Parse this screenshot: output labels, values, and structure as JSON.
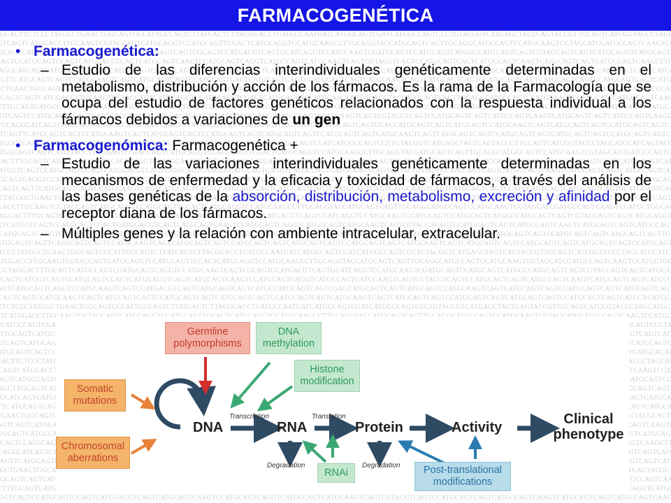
{
  "title": "FARMACOGENÉTICA",
  "colors": {
    "title_bar": "#1515e6",
    "accent_blue": "#1a1ad0"
  },
  "background_dna_lines": [
    "GCACTTCTCCCTATGGCTGAACTGGCAGTGCCATTGCCAGTCTTATCACTCTTACGGACCTGATGCCAATGATCATGGCAGTCGATCATGGCCAGTCCCTGTACGGTCATGAGCTAGTCAGTACCGTTGCAGTCATCGGTACCCTAGCATGCATCAGTAC",
    "TGGCAGTCAGTCATGGACCTTGCAAGTCGTACCAGTCATGCAGGTCCATGCAGTTCGACTCATGCAGGTCCATGCAAGCCTTGCAGGTACCATGCAGTCAGTTGCAGGCATGCCAGTCCATGCAAGTCGTAGCATCGATGCCAGTCAAGTCCATGC",
    "CCTAGGACTTTGCAGTCATGCCAGTCGATGCAGTCAGGTCCATGCAAGTCAGTCGCAGTCCATGACGTCAGTGCATCAGGTCCATGCAAGTCGATGCAGTCCATGCAGTCATGGCCATGCAGTCAGTCGTACCAGTCAGTCATGCAGGTCATGCAGTC",
    "AGCTTGCAGTCATGGTCAGTCCATGCAGTCCAGTCATGGACGTCAGTCATGCAGTCAAGTCCATGCAGTCAGGTCATGCCAGTCATGCAAGTCAGTCGTACGTCAGTCCATGCAGTCAGTCATGCCAGTCAAGTCATGCAGTCAGTCATGCCAGTCA",
    "TTGCAGGCATCAGTCATGCAGTCAGGTCCATGCAAGTCAGTCCATGACGTCAGTCATGCAGTCAGTCATGCCATGCAGTCAGTCGACCATGCAGTCAGTCATGCAGTCCATGCAAGTCAGTCATGCAGTCAGTCCATGCAGTCAGTCATGCAGTCAG",
    "CATGCAGTCAGTTCATGCAGTCAGTCCATGCAAGTCAGTCATGCAGTCAGTCCATGCAGTCAGTCATGCAGTCAGTCCATGCAGTCAGTCATGCAAGTCAGTCATGCAGTCAGTCCATGCAGTCAGTCATGCAGTCAGTCCATGCAGTCAGTCATGCA"
  ],
  "sections": [
    {
      "heading": "Farmacogenética:",
      "heading_suffix": "",
      "items": [
        {
          "parts": [
            "Estudio de las diferencias interindividuales genéticamente determinadas en el metabolismo, distribución y acción de los fármacos. Es la rama de la Farmacología que se ocupa del estudio de factores genéticos relacionados con la respuesta individual a los fármacos debidos a variaciones de ",
            "un gen"
          ]
        }
      ]
    },
    {
      "heading": "Farmacogenómica:",
      "heading_suffix": " Farmacogenética +",
      "items": [
        {
          "parts": [
            "Estudio de las variaciones interindividuales genéticamente determinadas en los mecanismos de enfermedad y la eficacia y toxicidad de fármacos, a través del análisis de las bases genéticas de la ",
            "absorción, distribución, metabolismo, excreción y afinidad",
            " por el receptor diana de los fármacos."
          ]
        },
        {
          "parts": [
            "Múltiples genes y la relación con ambiente intracelular, extracelular."
          ]
        }
      ]
    }
  ],
  "bullet_char": "•",
  "dash_char": "–",
  "diagram": {
    "boxes": {
      "germline": "Germline polymorphisms",
      "dna_methylation": "DNA methylation",
      "histone": "Histone modification",
      "somatic": "Somatic mutations",
      "chromosomal": "Chromosomal aberrations",
      "rnai": "RNAi",
      "post_translational": "Post-translational modifications"
    },
    "nodes": {
      "dna": "DNA",
      "rna": "RNA",
      "protein": "Protein",
      "activity": "Activity",
      "clinical": "Clinical phenotype"
    },
    "labels": {
      "transcription": "Transcription",
      "translation": "Translation",
      "degradation_rna": "Degradation",
      "degradation_protein": "Degradation"
    },
    "colors": {
      "red_arrow": "#d42e2e",
      "orange_arrow": "#e7813a",
      "green_arrow": "#3aa872",
      "blue_arrow": "#2a7bb0",
      "main_arrow": "#2f4a63"
    }
  }
}
